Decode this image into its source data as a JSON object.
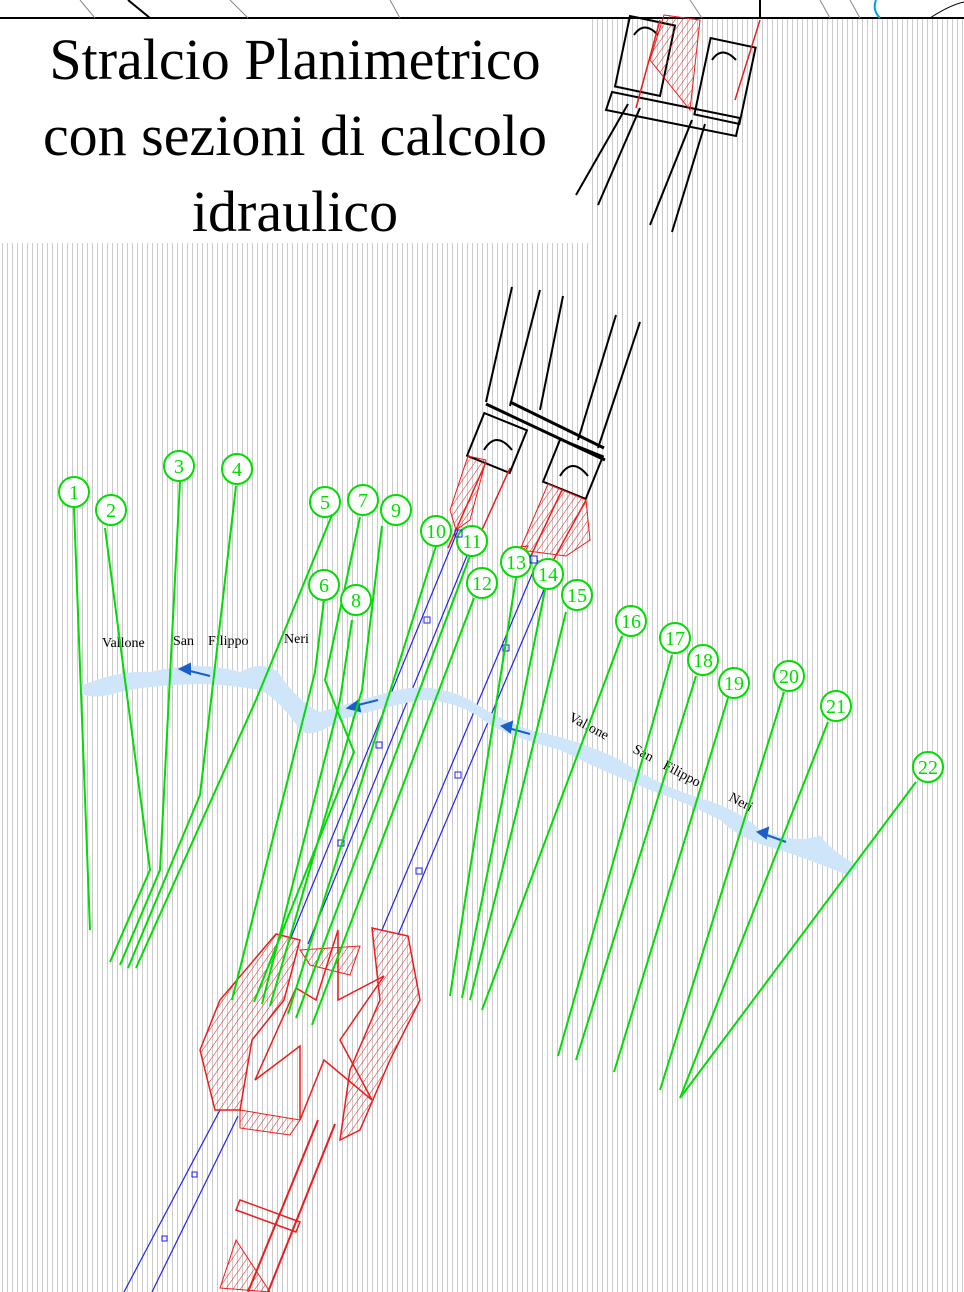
{
  "title": {
    "line1": "Stralcio Planimetrico",
    "line2": "con sezioni di calcolo",
    "line3": "idraulico"
  },
  "sections": [
    "1",
    "2",
    "3",
    "4",
    "5",
    "6",
    "7",
    "8",
    "9",
    "10",
    "11",
    "12",
    "13",
    "14",
    "15",
    "16",
    "17",
    "18",
    "19",
    "20",
    "21",
    "22"
  ],
  "river_labels": {
    "upper": [
      "Vallone",
      "San",
      "Filippo",
      "Neri"
    ],
    "lower": [
      "Vallone",
      "San",
      "Filippo",
      "Neri"
    ]
  },
  "colors": {
    "background_hatch": "#b8b8b8",
    "section_line": "#00dd00",
    "river": "#cfe6fa",
    "flow_arrow": "#1a5fc8",
    "road_edge": "#2222ee",
    "embankment": "#ee1c1c",
    "structure": "#000000"
  }
}
